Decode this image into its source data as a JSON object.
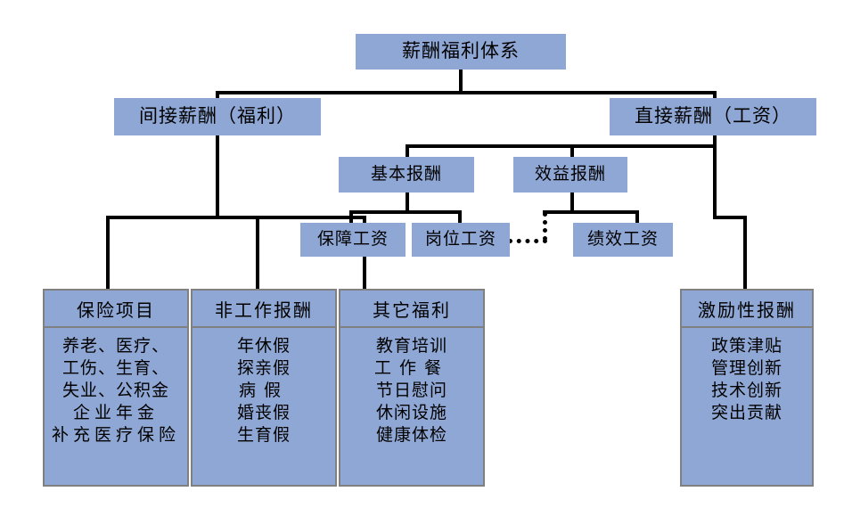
{
  "diagram": {
    "type": "org-chart",
    "title_node": "薪酬福利体系",
    "theme": {
      "node_fill": "#8fa7d4",
      "node_text": "#000000",
      "panel_border": "#808080",
      "connector": "#000000",
      "background": "#ffffff"
    },
    "levels": {
      "root": {
        "label": "薪酬福利体系"
      },
      "level1": [
        {
          "label": "间接薪酬（福利）"
        },
        {
          "label": "直接薪酬（工资）"
        }
      ],
      "level2": [
        {
          "label": "基本报酬"
        },
        {
          "label": "效益报酬"
        }
      ],
      "level3": [
        {
          "label": "保障工资"
        },
        {
          "label": "岗位工资"
        },
        {
          "label": "绩效工资"
        }
      ]
    },
    "panels": [
      {
        "header": "保险项目",
        "items": [
          "养老、医疗、",
          "工伤、生育、",
          "失业、公积金",
          "企业年金",
          "补充医疗保险"
        ],
        "spacing": [
          "",
          "",
          "",
          "sp1",
          "sp1"
        ]
      },
      {
        "header": "非工作报酬",
        "items": [
          "年休假",
          "探亲假",
          "病假",
          "婚丧假",
          "生育假"
        ],
        "spacing": [
          "",
          "",
          "sp2",
          "",
          ""
        ]
      },
      {
        "header": "其它福利",
        "items": [
          "教育培训",
          "工作餐",
          "节日慰问",
          "休闲设施",
          "健康体检"
        ],
        "spacing": [
          "",
          "sp2",
          "",
          "",
          ""
        ]
      },
      {
        "header": "激励性报酬",
        "items": [
          "政策津贴",
          "管理创新",
          "技术创新",
          "突出贡献"
        ],
        "spacing": [
          "",
          "",
          "",
          ""
        ]
      }
    ],
    "connector_notes": {
      "dotted_link": "岗位工资 — 效益报酬 (dotted)"
    }
  }
}
